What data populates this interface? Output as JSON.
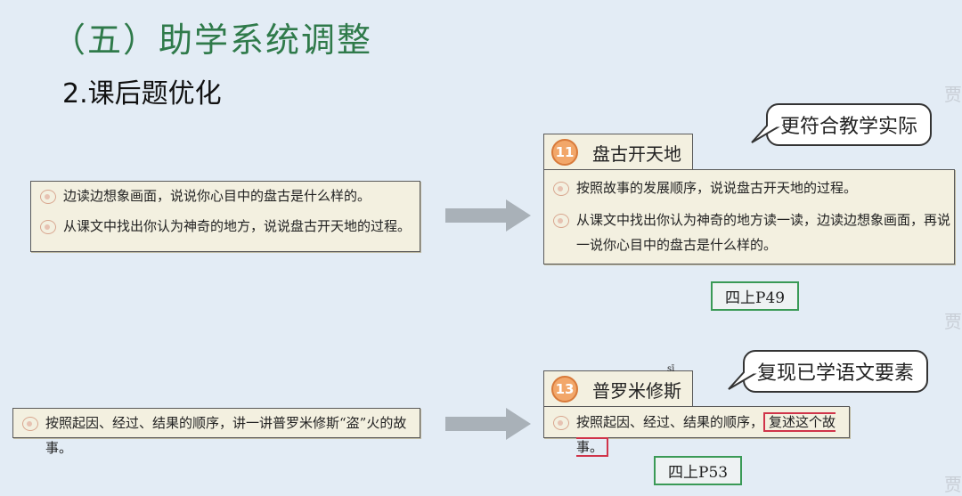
{
  "title": "（五）助学系统调整",
  "subtitle": "2.课后题优化",
  "watermark": "贾",
  "before1": {
    "q1": "边读边想象画面，说说你心目中的盘古是什么样的。",
    "q2": "从课文中找出你认为神奇的地方，说说盘古开天地的过程。"
  },
  "after1": {
    "lesson_num": "11",
    "lesson_title": "盘古开天地",
    "q1": "按照故事的发展顺序，说说盘古开天地的过程。",
    "q2_line1": "从课文中找出你认为神奇的地方读一读，边读边想象画面，再说",
    "q2_line2": "一说你心目中的盘古是什么样的。",
    "bubble": "更符合教学实际",
    "ref": "四上P49"
  },
  "before2": {
    "q1": "按照起因、经过、结果的顺序，讲一讲普罗米修斯“盗”火的故事。"
  },
  "after2": {
    "lesson_num": "13",
    "lesson_title": "普罗米修斯",
    "ruby": "sī",
    "q1_prefix": "按照起因、经过、结果的顺序，",
    "q1_highlight": "复述这个故事。",
    "bubble": "复现已学语文要素",
    "ref": "四上P53"
  },
  "colors": {
    "title": "#2f7a4a",
    "card": "#f3f0e0",
    "ref_border": "#3a9a56",
    "highlight_border": "#d0344a",
    "badge": "#f2a76a"
  }
}
